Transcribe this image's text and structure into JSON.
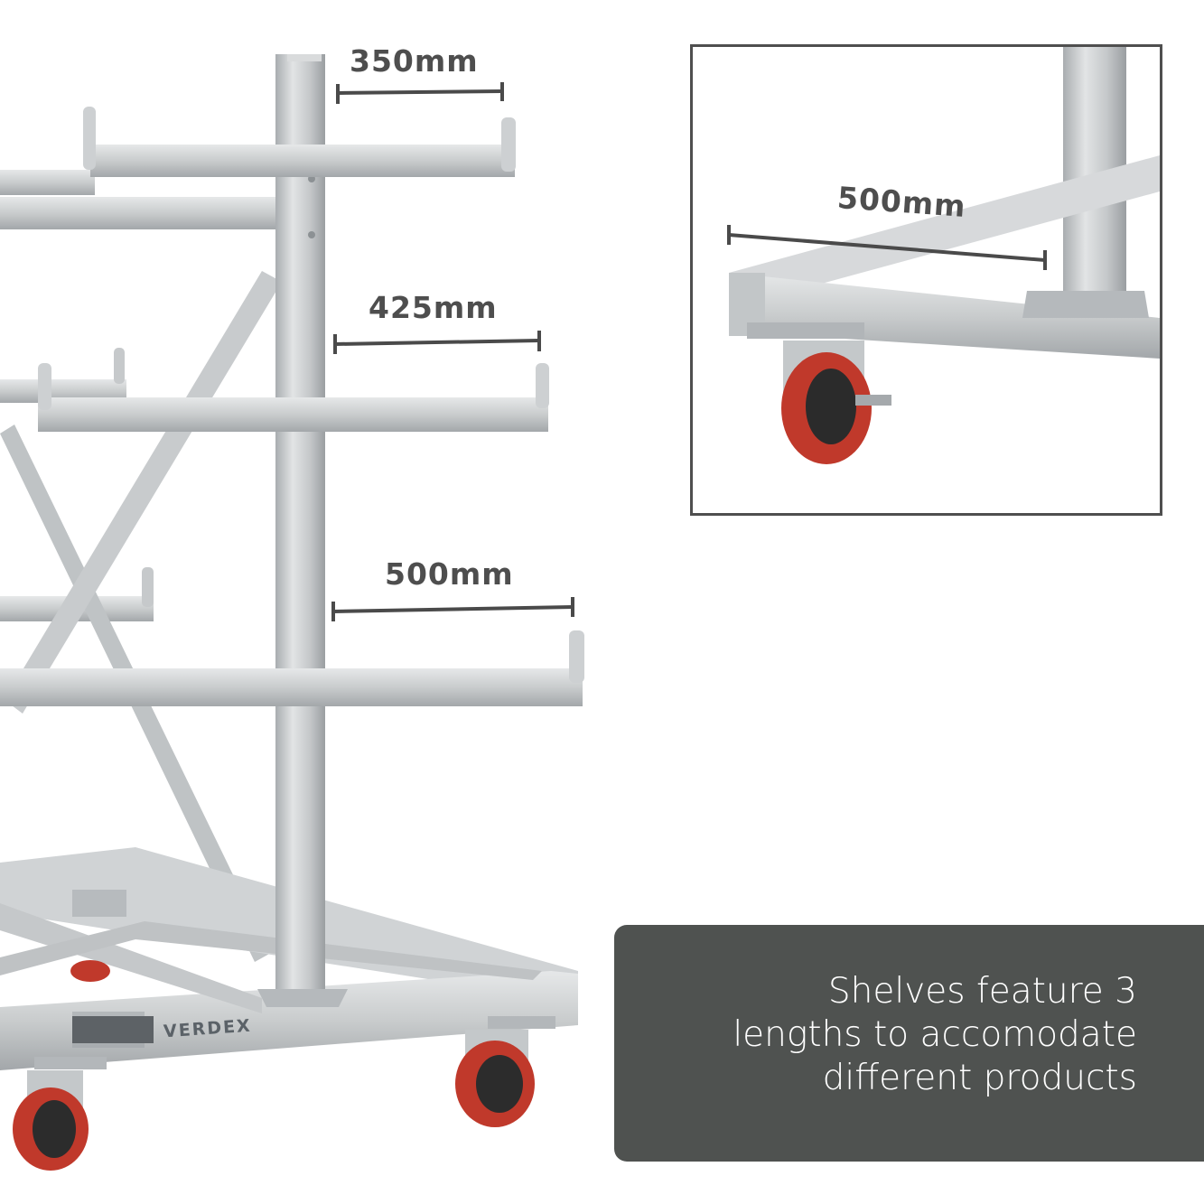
{
  "labels": {
    "shelf_top": "350mm",
    "shelf_middle": "425mm",
    "shelf_bottom": "500mm",
    "inset_base": "500mm",
    "brand": "VERDEX"
  },
  "caption": {
    "line1": "Shelves feature 3",
    "line2": "lengths to accomodate",
    "line3": "different products"
  },
  "colors": {
    "dimension_text": "#4e4e4e",
    "caption_bg": "#4f5250",
    "caption_text": "#ffffff",
    "frame_border": "#4f4f4f",
    "wheel_red": "#c0392b"
  }
}
